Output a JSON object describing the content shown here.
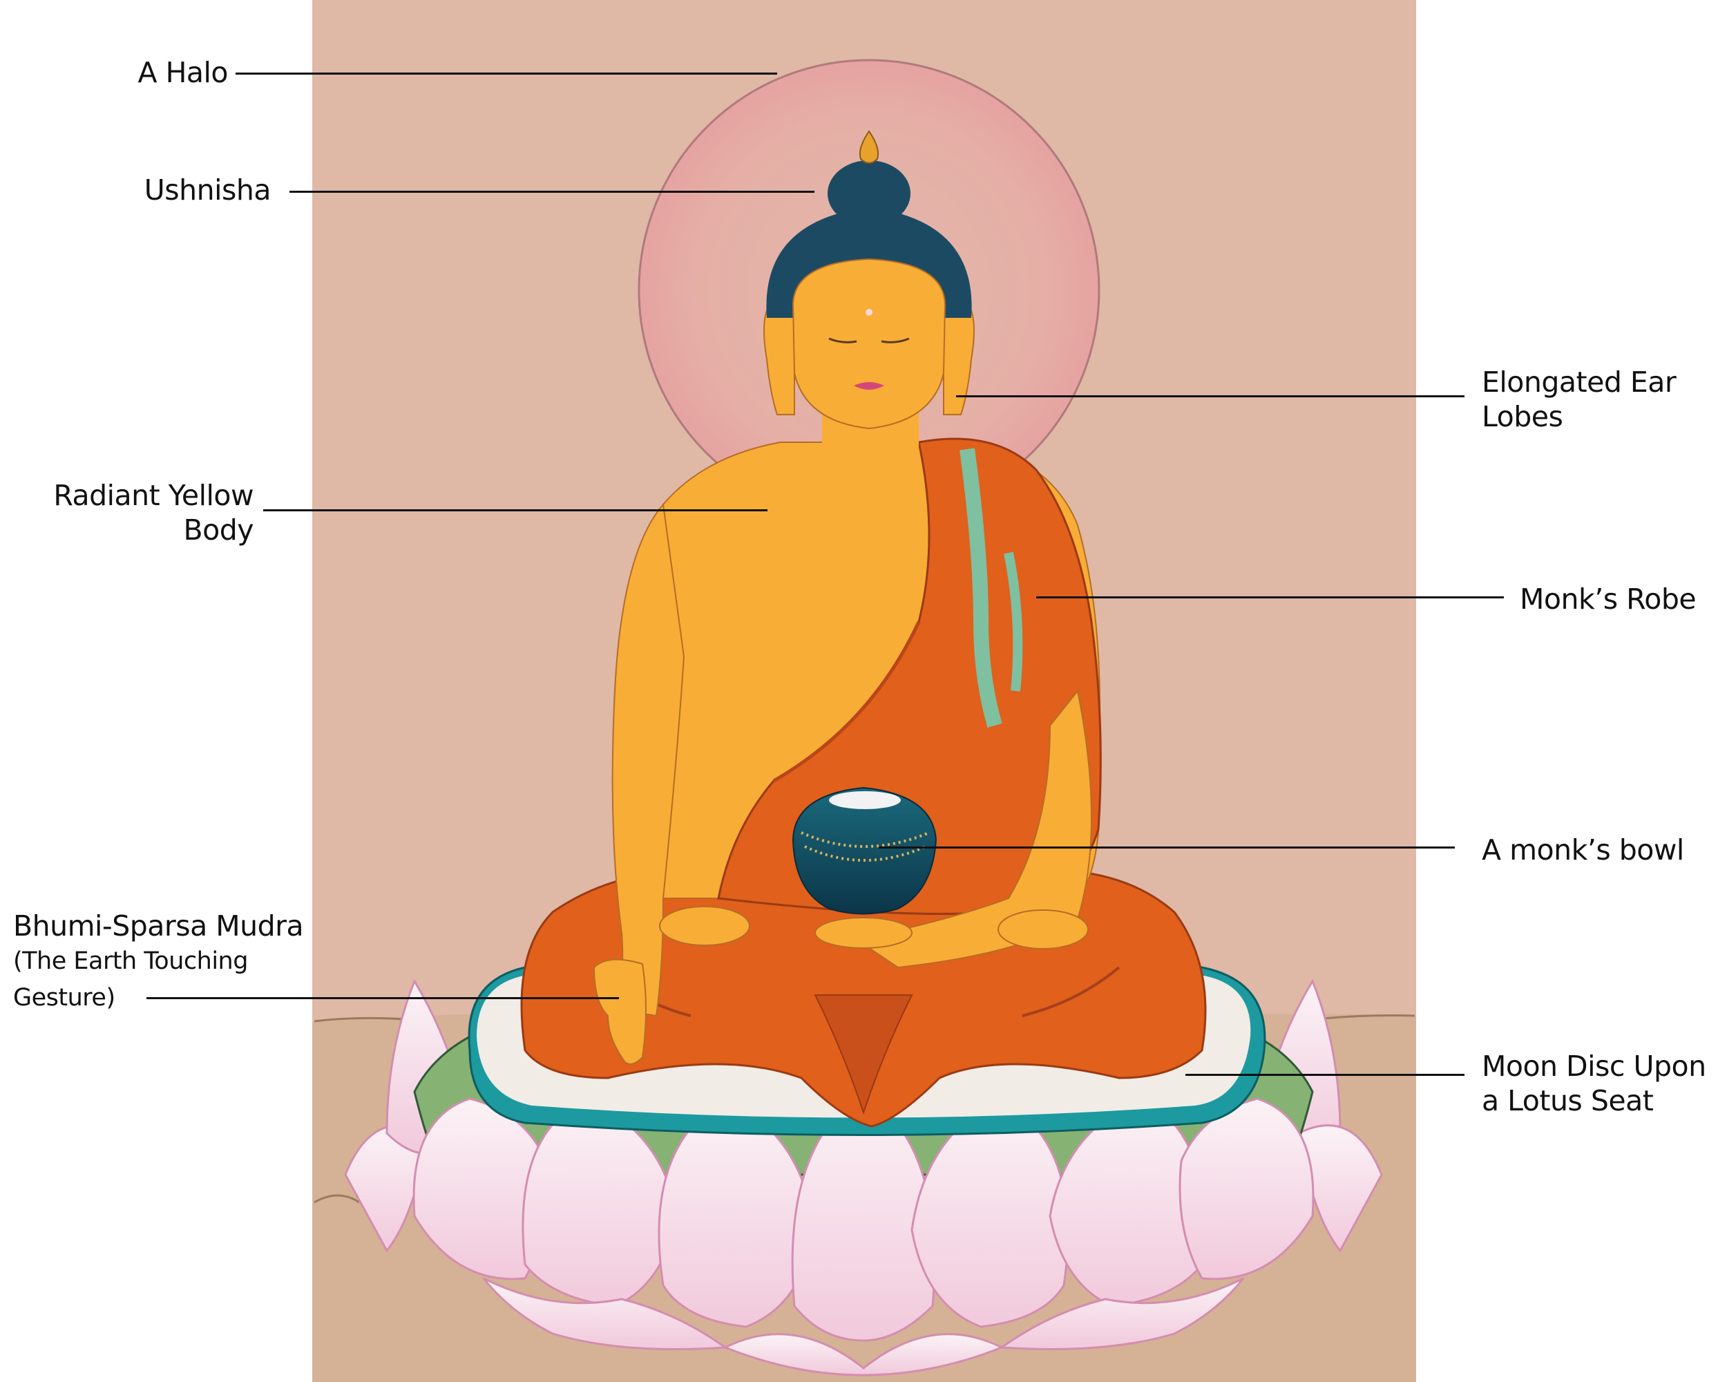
{
  "figure": {
    "subject": "Buddha Shakyamuni thangka in the earth-touching gesture",
    "colors": {
      "page_background": "#ffffff",
      "painting_sky": "#dfb8a6",
      "painting_ground": "#d5b295",
      "halo": "#e9a9a8",
      "skin": "#f8ad36",
      "hair": "#1d4a63",
      "robe": "#e0601c",
      "robe_shadow": "#b9461a",
      "robe_lining": "#7fc0a0",
      "moon_disc": "#f1ece6",
      "moon_rim": "#1c9aa0",
      "lotus_leaf": "#86b273",
      "lotus_petal": "#f6e3ec",
      "lotus_edge": "#d48db0",
      "bowl": "#134a5e",
      "bowl_gold": "#d9b15c",
      "leader_line": "#111111"
    }
  },
  "labels": {
    "halo": "A Halo",
    "ushnisha": "Ushnisha",
    "ear_lobes_line1": "Elongated Ear",
    "ear_lobes_line2": "Lobes",
    "body_line1": "Radiant Yellow",
    "body_line2": "Body",
    "robe": "Monk’s Robe",
    "bowl": "A monk’s bowl",
    "mudra_line1": "Bhumi-Sparsa Mudra",
    "mudra_line2": "(The Earth Touching",
    "mudra_line3": "Gesture)",
    "moon_line1": "Moon Disc Upon",
    "moon_line2": "a Lotus Seat"
  }
}
